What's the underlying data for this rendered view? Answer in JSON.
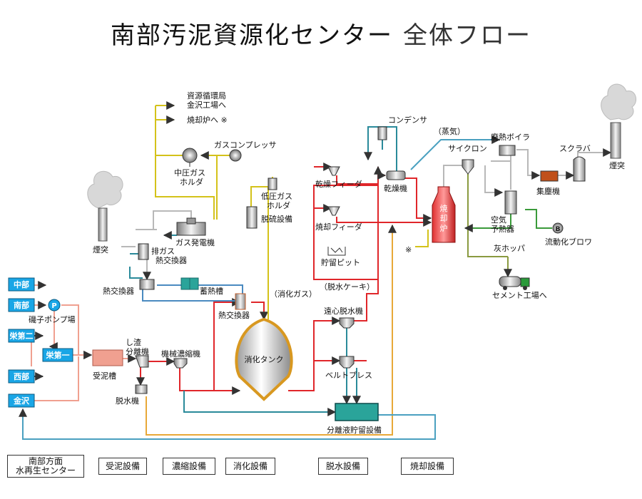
{
  "title": "南部汚泥資源化センター",
  "subtitle": "全体フロー",
  "colors": {
    "sludge": "#e0262a",
    "gas": "#d4c21a",
    "water": "#2a8a9a",
    "air": "#b8b8b8",
    "filtrate": "#e8a838",
    "return": "#4aa0c0",
    "fan": "#3a9a3a",
    "pump_box": "#1aa6e6",
    "receiving_tank": "#f0a090",
    "storage": "#2aa49a"
  },
  "sources": [
    "中部",
    "南部",
    "栄第二",
    "栄第一",
    "西部",
    "金沢"
  ],
  "labels": {
    "pump_station": "磯子ポンプ場",
    "pump_symbol": "P",
    "receiving_tank": "受泥槽",
    "screen_sep_1": "し渣",
    "screen_sep_2": "分離機",
    "dewater_small": "脱水機",
    "mech_thickener": "機械濃縮機",
    "digestion_tank": "消化タンク",
    "digester_gas": "（消化ガス）",
    "heat_exchanger_mid": "熱交換器",
    "heat_exchanger_left": "熱交換器",
    "heat_storage": "蓄熱槽",
    "exhaust_hx_1": "排ガス",
    "exhaust_hx_2": "熱交換器",
    "chimney_left": "煙突",
    "gas_generator": "ガス発電機",
    "mid_gas_holder_1": "中圧ガス",
    "mid_gas_holder_2": "ホルダ",
    "gas_compressor": "ガスコンプレッサ",
    "low_gas_holder_1": "低圧ガス",
    "low_gas_holder_2": "ホルダ",
    "desulfurizer": "脱硫設備",
    "to_resource_1": "資源循環局",
    "to_resource_2": "金沢工場へ",
    "to_incinerator": "焼却炉へ ※",
    "centrifuge": "遠心脱水機",
    "belt_press": "ベルトプレス",
    "dewatered_cake": "（脱水ケーキ）",
    "storage_tank": "分離液貯留設備",
    "dryer_feeder": "乾燥フィーダ",
    "incin_feeder": "焼却フィーダ",
    "storage_pit": "貯留ピット",
    "condenser": "コンデンサ",
    "dryer": "乾燥機",
    "steam": "（蒸気）",
    "waste_heat_boiler": "廃熱ボイラ",
    "cyclone": "サイクロン",
    "incinerator_1": "焼",
    "incinerator_2": "却",
    "incinerator_3": "炉",
    "air_preheater_1": "空気",
    "air_preheater_2": "予熱器",
    "dust_collector": "集塵機",
    "scrubber": "スクラバ",
    "chimney_right": "煙突",
    "fluid_blower": "流動化ブロワ",
    "fan_symbol": "B",
    "ash_hopper": "灰ホッパ",
    "to_cement": "セメント工場へ",
    "note_mark": "※"
  },
  "legend": {
    "nanbu_1": "南部方面",
    "nanbu_2": "水再生センター",
    "receiving": "受泥設備",
    "thickening": "濃縮設備",
    "digestion": "消化設備",
    "dewatering": "脱水設備",
    "incineration": "焼却設備"
  }
}
